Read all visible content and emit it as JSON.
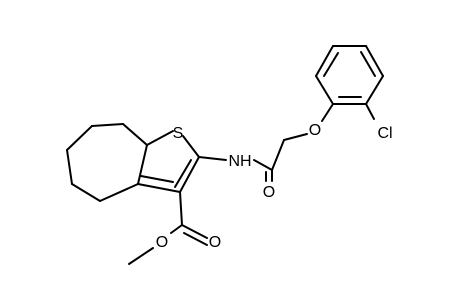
{
  "molecule": {
    "atom_labels": {
      "s": "S",
      "nh": "NH",
      "o_amide": "O",
      "o_ether": "O",
      "cl": "Cl",
      "o_ester_carbonyl": "O",
      "o_ester": "O"
    },
    "colors": {
      "bonds": "#000000",
      "labels": "#000000",
      "background": "#ffffff"
    }
  }
}
